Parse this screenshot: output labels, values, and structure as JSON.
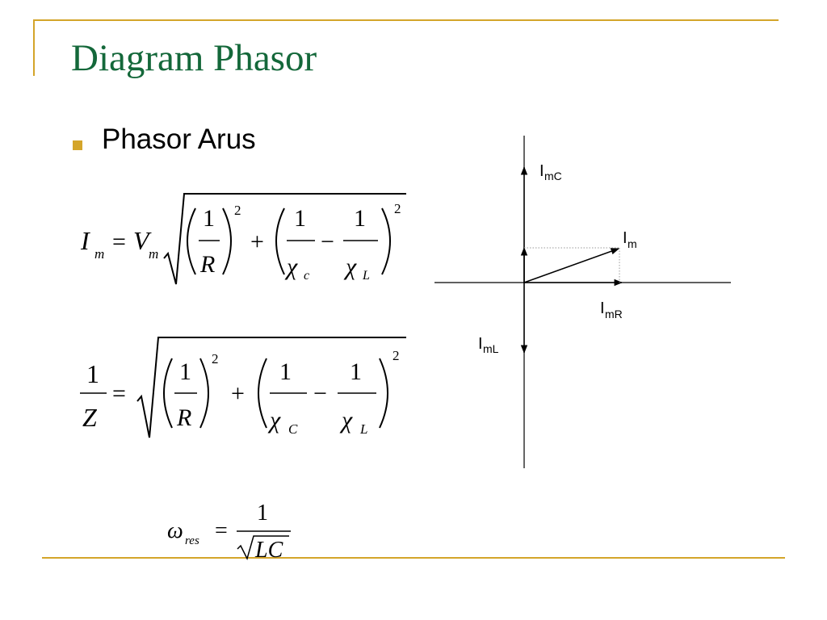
{
  "slide": {
    "title": "Diagram Phasor",
    "bullet": "Phasor Arus"
  },
  "equations": {
    "eq1": {
      "lhs": "I",
      "lhs_sub": "m",
      "equals": "=",
      "v": "V",
      "v_sub": "m",
      "one": "1",
      "r": "R",
      "exp": "2",
      "plus": "+",
      "minus": "−",
      "chi": "χ",
      "sub_c": "c",
      "sub_l": "L"
    },
    "eq2": {
      "one": "1",
      "z": "Z",
      "equals": "=",
      "r": "R",
      "exp": "2",
      "plus": "+",
      "minus": "−",
      "chi": "χ",
      "sub_c": "C",
      "sub_l": "L"
    },
    "eq3": {
      "omega": "ω",
      "sub": "res",
      "equals": "=",
      "one": "1",
      "lc": "LC"
    }
  },
  "phasor_labels": {
    "imc": {
      "main": "I",
      "sub": "mC"
    },
    "im": {
      "main": "I",
      "sub": "m"
    },
    "imr": {
      "main": "I",
      "sub": "mR"
    },
    "iml": {
      "main": "I",
      "sub": "mL"
    }
  },
  "colors": {
    "title": "#14683a",
    "accent": "#d4a52a",
    "ink": "#000000"
  }
}
